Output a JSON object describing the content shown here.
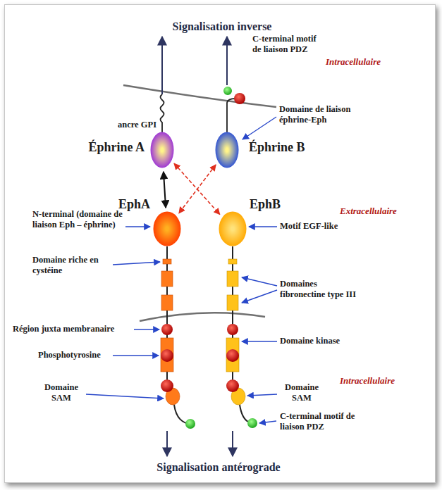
{
  "diagram": {
    "nodes": [
      {
        "text": [
          "Éphrine A"
        ]
      },
      {
        "text": [
          "Éphrine B"
        ]
      },
      {
        "text": [
          "EphA"
        ]
      },
      {
        "text": [
          "EphB"
        ]
      }
    ],
    "edges": [
      {
        "from": 0,
        "to": 2,
        "arrow": "both"
      },
      {
        "from": 0,
        "to": 3,
        "arrow": "both"
      },
      {
        "from": 1,
        "to": 2,
        "arrow": "both"
      }
    ],
    "labels": [
      "Signalisation inverse",
      "C-terminal motif de liaison PDZ",
      "Intracellulaire",
      "Domaine de liaison éphrine-Eph",
      "ancre GPI",
      "N-terminal (domaine de liaison Eph – éphrine)",
      "Extracellulaire",
      "Motif EGF-like",
      "Domaine riche en cystéine",
      "Domaines fibronectine type III",
      "Région juxta membranaire",
      "Phosphotyrosine",
      "Domaine kinase",
      "Intracellulaire",
      "Domaine SAM",
      "Domaine SAM",
      "C-terminal motif de liaison PDZ",
      "Signalisation antérograde"
    ]
  }
}
